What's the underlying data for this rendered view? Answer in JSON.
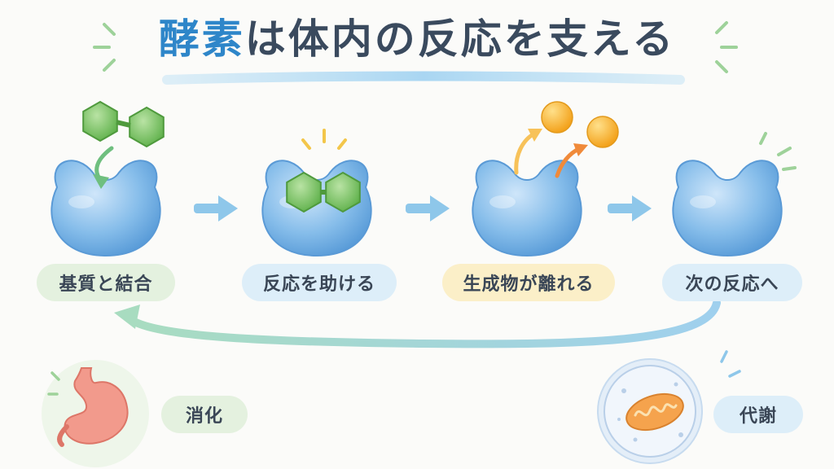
{
  "title": {
    "accent": "酵素",
    "rest": "は体内の反応を支える"
  },
  "steps": [
    {
      "label": "基質と結合"
    },
    {
      "label": "反応を助ける"
    },
    {
      "label": "生成物が離れる"
    },
    {
      "label": "次の反応へ"
    }
  ],
  "examples": [
    {
      "label": "消化",
      "icon": "stomach-icon"
    },
    {
      "label": "代謝",
      "icon": "cell-mitochondria-icon"
    }
  ],
  "colors": {
    "title_accent": "#2e86c9",
    "enzyme": "#7ab4e6",
    "substrate": "#7cc66a",
    "product": "#f6b431",
    "arrow": "#8ec7ea"
  }
}
